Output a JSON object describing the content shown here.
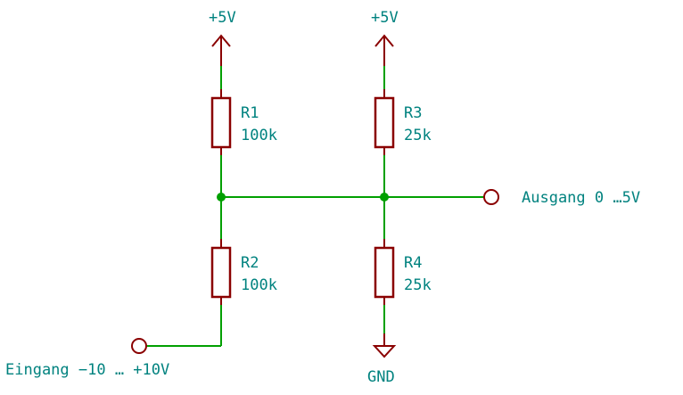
{
  "power": {
    "left_label": "+5V",
    "right_label": "+5V",
    "gnd_label": "GND"
  },
  "resistors": [
    {
      "ref": "R1",
      "value": "100k"
    },
    {
      "ref": "R2",
      "value": "100k"
    },
    {
      "ref": "R3",
      "value": "25k"
    },
    {
      "ref": "R4",
      "value": "25k"
    }
  ],
  "ports": {
    "output_label": "Ausgang 0 …5V",
    "input_label": "Eingang −10 … +10V"
  },
  "colors": {
    "wire": "#00a000",
    "component": "#8a0000",
    "text": "#00827f",
    "background": "#ffffff"
  }
}
